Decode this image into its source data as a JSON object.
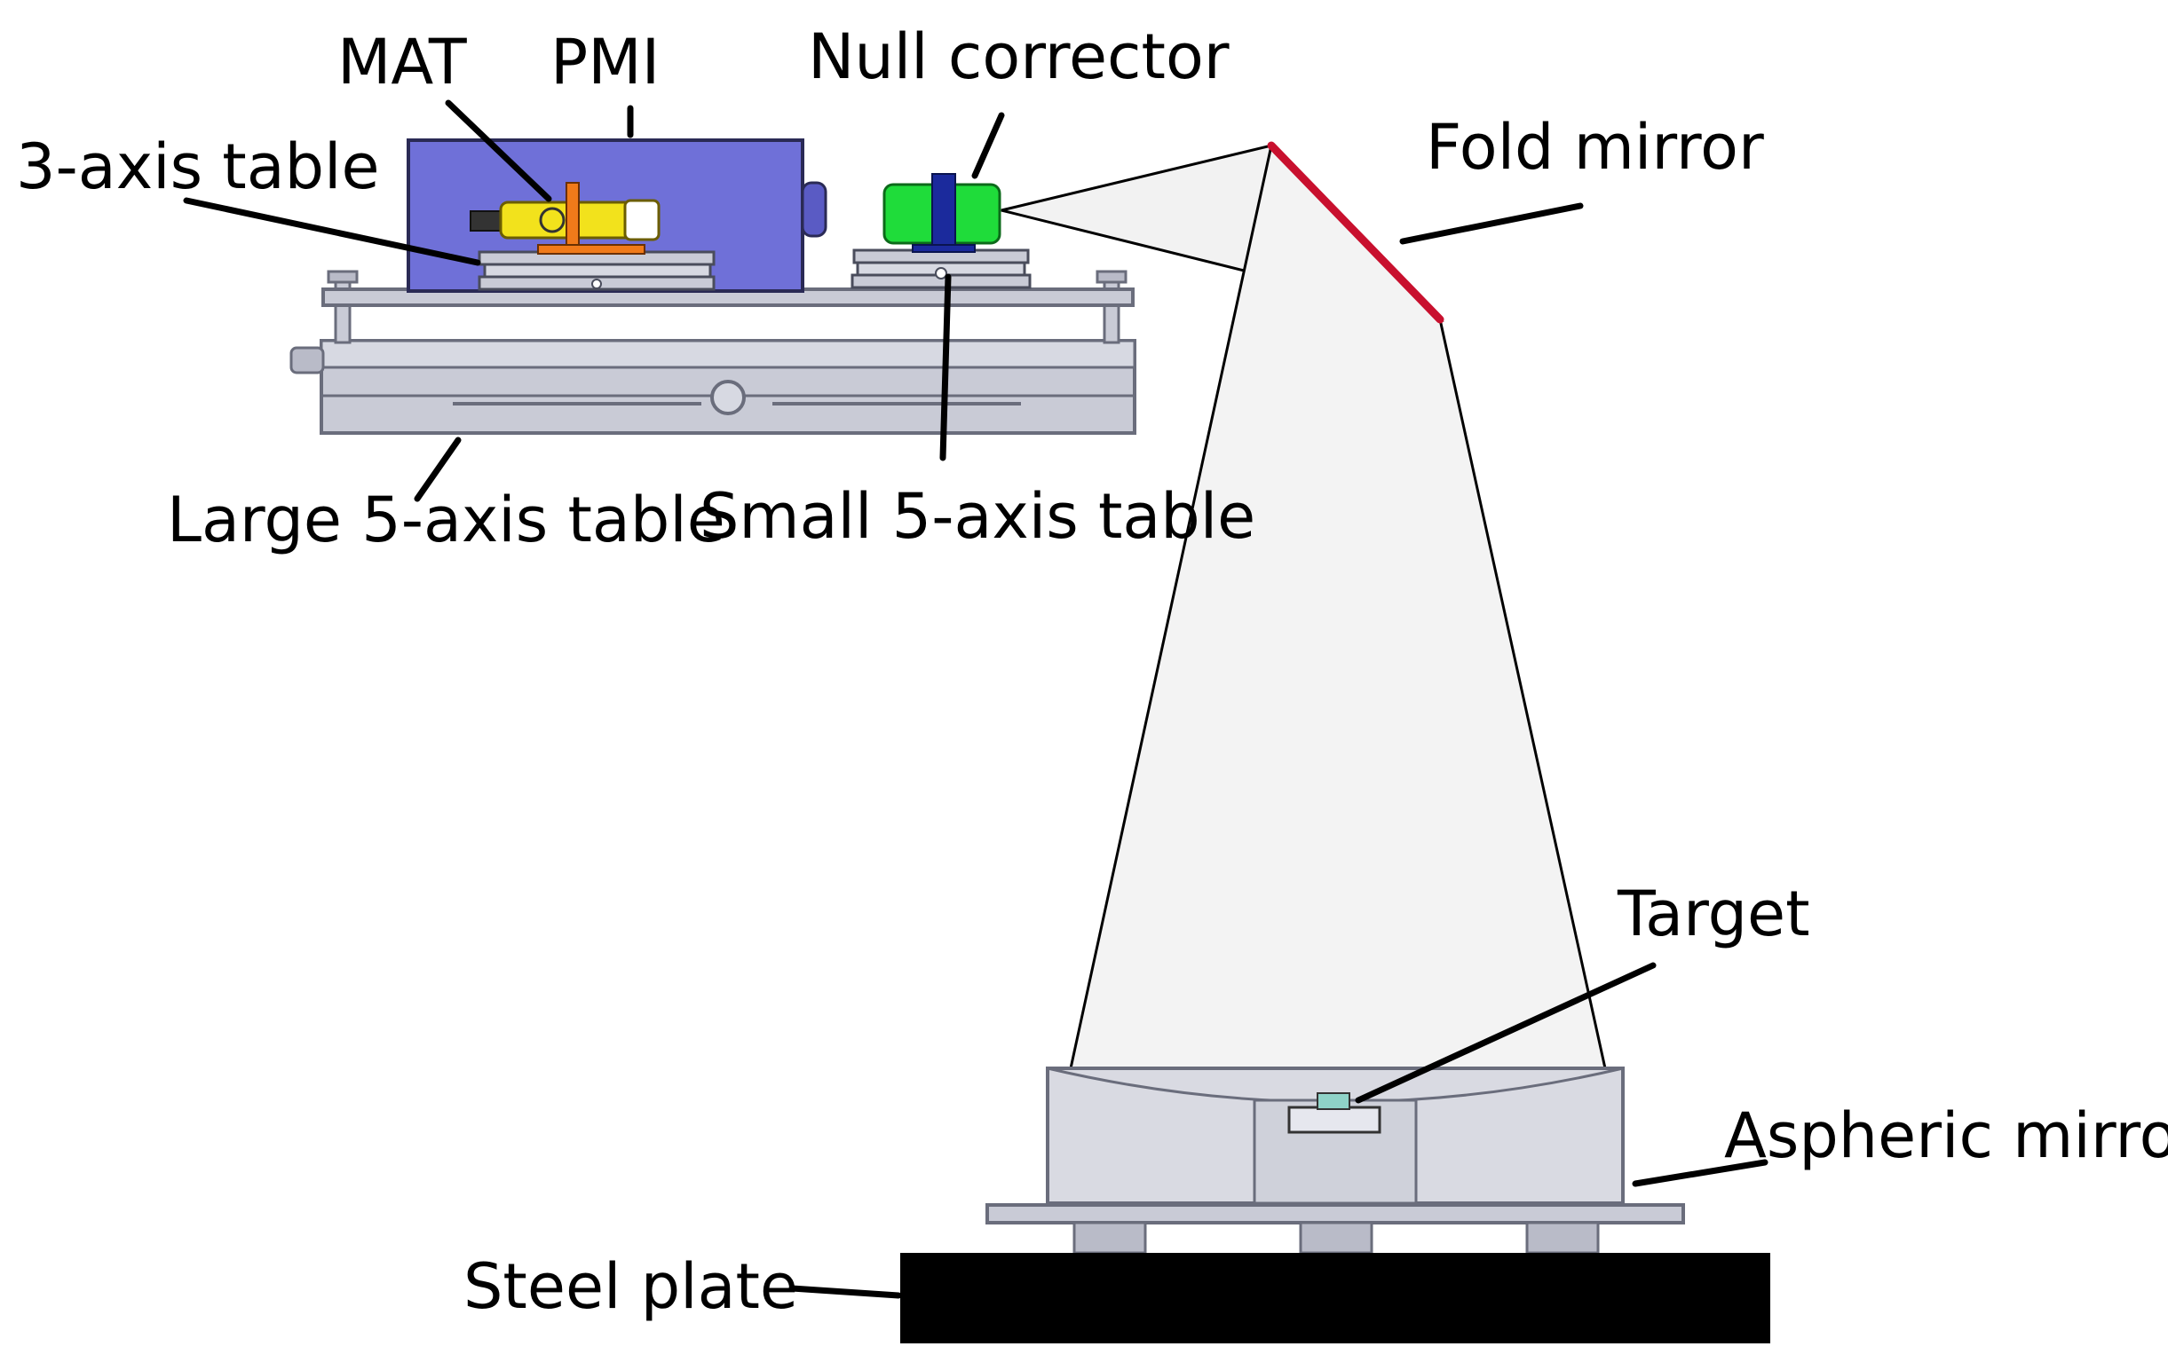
{
  "labels": {
    "mat": "MAT",
    "pmi": "PMI",
    "null_corrector": "Null corrector",
    "three_axis_table": "3-axis table",
    "fold_mirror": "Fold mirror",
    "large_table": "Large 5-axis table",
    "small_table": "Small 5-axis table",
    "target": "Target",
    "aspheric_mirror": "Aspheric mirror",
    "steel_plate": "Steel plate"
  },
  "colors": {
    "pmi_box": "#6f70d8",
    "mat_body": "#f2e21c",
    "mat_bracket": "#f07a1a",
    "null_corrector": "#1fdc3a",
    "null_corrector_mount": "#1b2a9c",
    "fold_mirror": "#c8102e",
    "metal": "#c9cbd6",
    "metal_dark": "#8f92a3",
    "beam_fill": "#f2f2f2",
    "steel_plate": "#000000"
  }
}
